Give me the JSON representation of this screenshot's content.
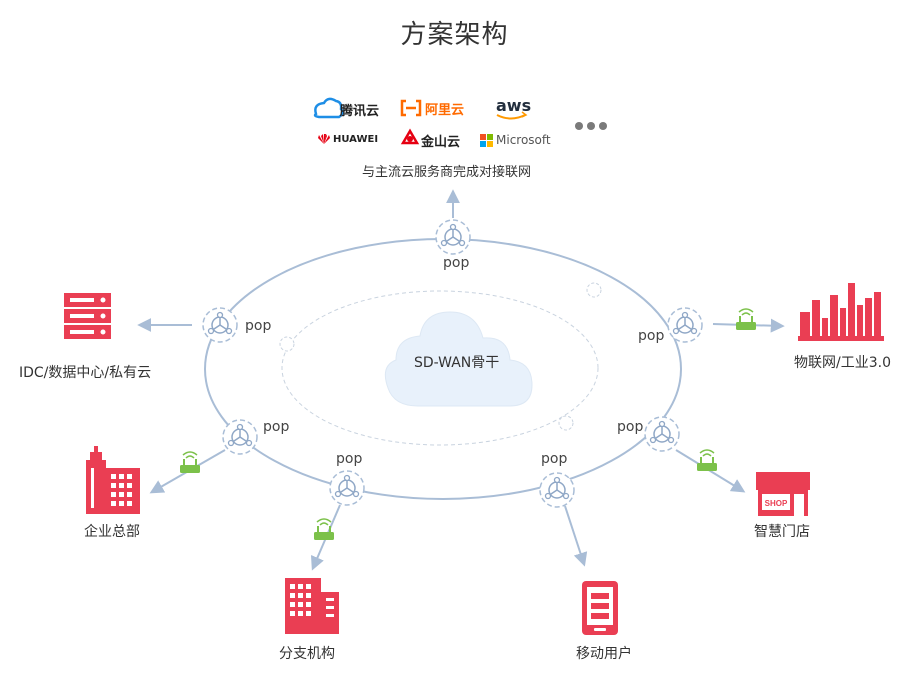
{
  "title": "方案架构",
  "providers": {
    "tencent": "腾讯云",
    "aliyun": "阿里云",
    "aws": "aws",
    "huawei": "HUAWEI",
    "kingsoft": "金山云",
    "microsoft": "Microsoft",
    "caption": "与主流云服务商完成对接联网"
  },
  "core": "SD-WAN骨干",
  "pop_label": "pop",
  "nodes": {
    "idc": "IDC/数据中心/私有云",
    "iot": "物联网/工业3.0",
    "hq": "企业总部",
    "store": "智慧门店",
    "branch": "分支机构",
    "mobile": "移动用户",
    "shop_sign": "SHOP"
  },
  "colors": {
    "ring": "#a9bdd6",
    "red": "#ea3e53",
    "green": "#7cc14a",
    "cloud": "#e8f1fb"
  }
}
